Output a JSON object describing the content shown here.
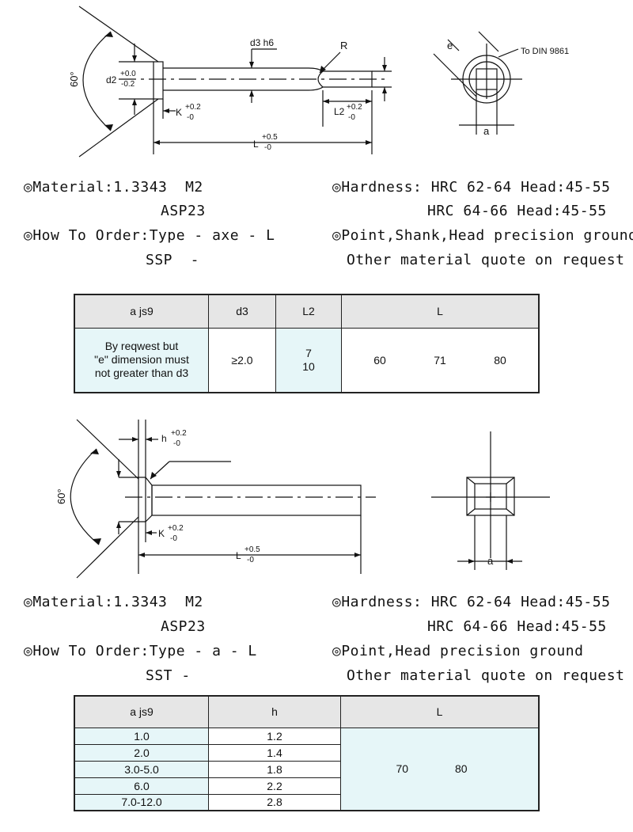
{
  "drawing1": {
    "angle": "60°",
    "d2": "d2",
    "d2_up": "+0.0",
    "d2_low": "-0.2",
    "d3": "d3 h6",
    "R": "R",
    "K": "K",
    "K_up": "+0.2",
    "K_low": "-0",
    "L2": "L2",
    "L2_up": "+0.2",
    "L2_low": "-0",
    "L": "L",
    "L_up": "+0.5",
    "L_low": "-0",
    "e": "e",
    "din": "To DIN 9861",
    "a": "a"
  },
  "spec1": {
    "material": "◎Material:1.3343  M2",
    "material2": "ASP23",
    "hardness": "◎Hardness: HRC 62-64 Head:45-55",
    "hardness2": "HRC 64-66 Head:45-55",
    "order": "◎How To Order:Type - axe - L",
    "order2": "SSP  -",
    "point": "◎Point,Shank,Head precision ground",
    "point2": "Other material quote on request"
  },
  "table1": {
    "headers": [
      "a js9",
      "d3",
      "L2",
      "L"
    ],
    "a_text": [
      "By reqwest but",
      "\"e\" dimension must",
      "not greater than d3"
    ],
    "d3": "≥2.0",
    "L2": [
      "7",
      "10"
    ],
    "L": [
      "60",
      "71",
      "80"
    ]
  },
  "drawing2": {
    "angle": "60°",
    "h": "h",
    "h_up": "+0.2",
    "h_low": "-0",
    "K": "K",
    "K_up": "+0.2",
    "K_low": "-0",
    "L": "L",
    "L_up": "+0.5",
    "L_low": "-0",
    "a": "a"
  },
  "spec2": {
    "material": "◎Material:1.3343  M2",
    "material2": "ASP23",
    "hardness": "◎Hardness: HRC 62-64 Head:45-55",
    "hardness2": "HRC 64-66 Head:45-55",
    "order": "◎How To Order:Type - a - L",
    "order2": "SST -",
    "point": "◎Point,Head precision ground",
    "point2": "Other material quote on request"
  },
  "table2": {
    "headers": [
      "a js9",
      "h",
      "L"
    ],
    "rows": [
      {
        "a": "1.0",
        "h": "1.2"
      },
      {
        "a": "2.0",
        "h": "1.4"
      },
      {
        "a": "3.0-5.0",
        "h": "1.8"
      },
      {
        "a": "6.0",
        "h": "2.2"
      },
      {
        "a": "7.0-12.0",
        "h": "2.8"
      }
    ],
    "L": [
      "70",
      "80"
    ]
  }
}
